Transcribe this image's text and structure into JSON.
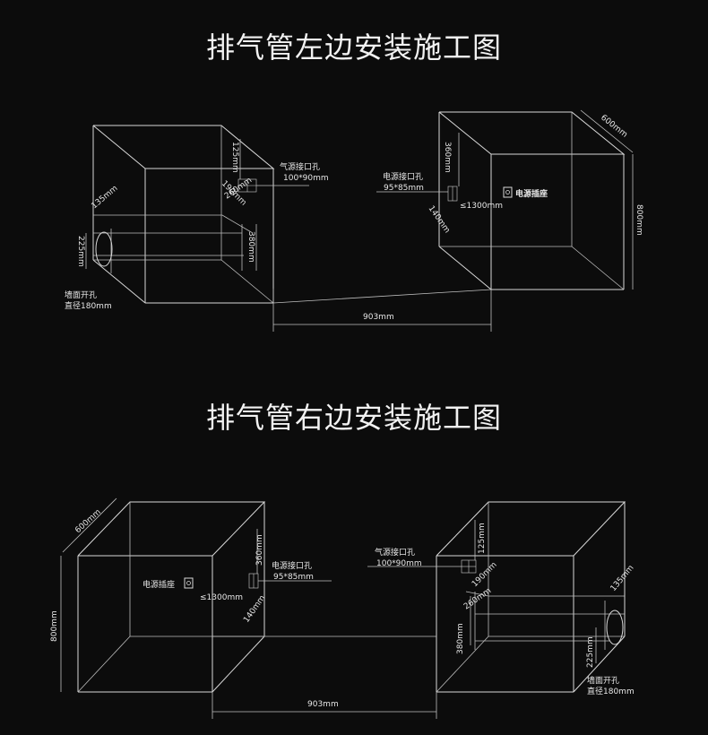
{
  "titles": {
    "left": "排气管左边安装施工图",
    "right": "排气管右边安装施工图"
  },
  "labels": {
    "gas_port": "气源接口孔",
    "gas_port_size": "100*90mm",
    "power_port": "电源接口孔",
    "power_port_size": "95*85mm",
    "socket": "电源插座",
    "wall_hole": "墙面开孔",
    "wall_hole_diameter": "直径180mm",
    "max_height": "≤1300mm",
    "dim_125": "125mm",
    "dim_190": "190mm",
    "dim_260": "260mm",
    "dim_380": "380mm",
    "dim_135": "135mm",
    "dim_225": "225mm",
    "dim_360": "360mm",
    "dim_140": "140mm",
    "dim_600": "600mm",
    "dim_800": "800mm",
    "dim_903": "903mm"
  },
  "icons": {
    "socket_icon": "power-socket-icon"
  }
}
